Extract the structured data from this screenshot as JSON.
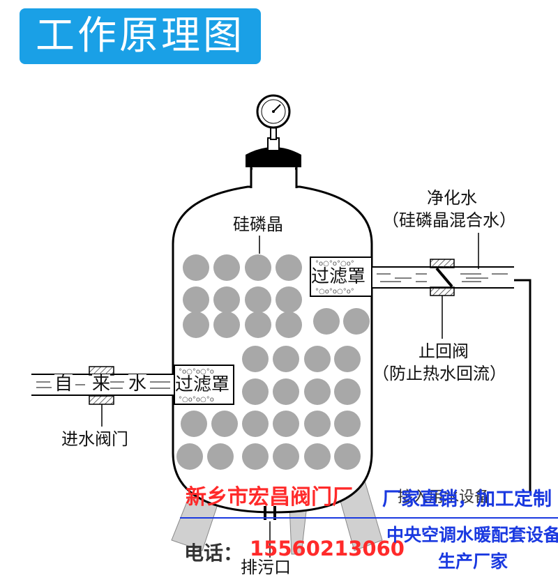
{
  "title": "工作原理图",
  "labels": {
    "media": "硅磷晶",
    "outlet_line1": "净化水",
    "outlet_line2": "（硅磷晶混合水）",
    "filter_right": "过滤罩",
    "filter_left": "过滤罩",
    "check_valve_line1": "止回阀",
    "check_valve_line2": "（防止热水回流）",
    "inlet_chars": [
      "自",
      "来",
      "水"
    ],
    "inlet_valve": "进水阀门",
    "drain": "排污口",
    "connect_device": "接入用水设备"
  },
  "watermark": {
    "company": "新乡市宏昌阀门厂",
    "slogan": "厂家直销，加工定制",
    "phone_label": "电话：",
    "phone": "15560213060",
    "line3": "中央空调水暖配套设备",
    "line4": "生产厂家"
  },
  "colors": {
    "title_bg": "#1aa0e6",
    "ball": "#a8a8a8",
    "watermark_red": "#ff2a2a",
    "watermark_blue": "#1a39e0"
  }
}
